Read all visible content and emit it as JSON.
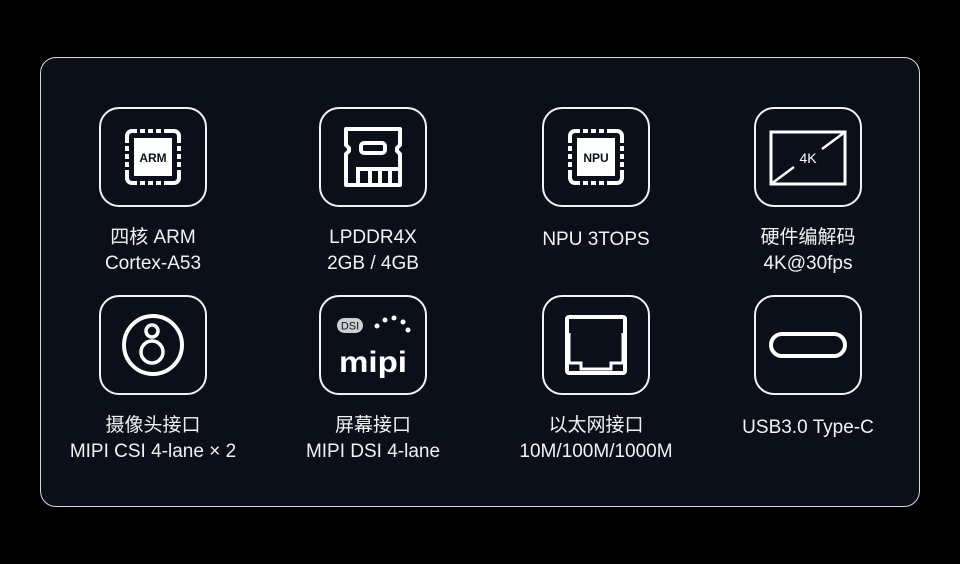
{
  "features": [
    {
      "icon": "arm-chip-icon",
      "chip_text": "ARM",
      "line1": "四核 ARM",
      "line2": "Cortex-A53"
    },
    {
      "icon": "memory-card-icon",
      "line1": "LPDDR4X",
      "line2": "2GB / 4GB"
    },
    {
      "icon": "npu-chip-icon",
      "chip_text": "NPU",
      "line1": "NPU 3TOPS",
      "line2": ""
    },
    {
      "icon": "4k-display-icon",
      "chip_text": "4K",
      "line1": "硬件编解码",
      "line2": "4K@30fps"
    },
    {
      "icon": "camera-icon",
      "line1": "摄像头接口",
      "line2": "MIPI CSI 4-lane × 2"
    },
    {
      "icon": "mipi-dsi-logo-icon",
      "logo_badge": "DSI",
      "logo_text": "mipi",
      "line1": "屏幕接口",
      "line2": "MIPI DSI 4-lane"
    },
    {
      "icon": "ethernet-port-icon",
      "line1": "以太网接口",
      "line2": "10M/100M/1000M"
    },
    {
      "icon": "usb-type-c-icon",
      "line1": "USB3.0 Type-C",
      "line2": ""
    }
  ]
}
